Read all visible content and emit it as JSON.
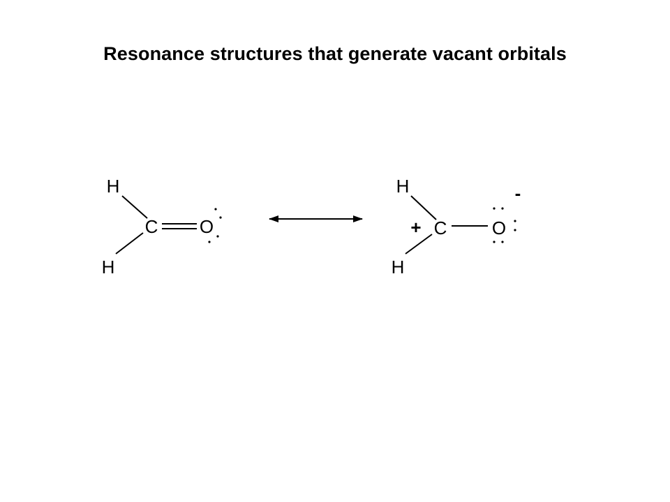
{
  "title": "Resonance structures that generate vacant orbitals",
  "structure1": {
    "atoms": {
      "h_top": "H",
      "h_bottom": "H",
      "carbon": "C",
      "oxygen": "O"
    }
  },
  "structure2": {
    "atoms": {
      "h_top": "H",
      "h_bottom": "H",
      "carbon": "C",
      "oxygen": "O"
    },
    "charges": {
      "positive": "+",
      "negative": "-"
    }
  },
  "colors": {
    "ink": "#000000",
    "background": "#ffffff"
  }
}
